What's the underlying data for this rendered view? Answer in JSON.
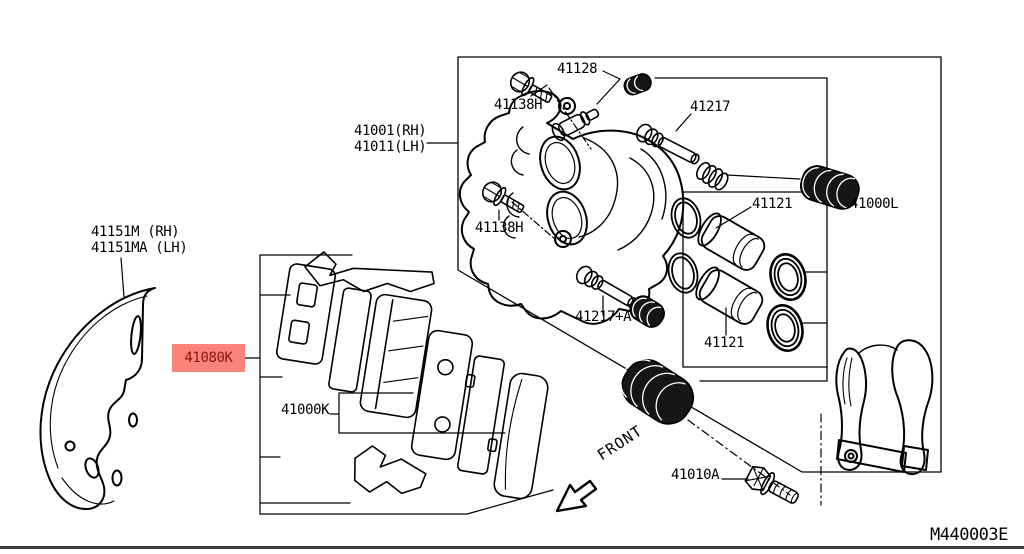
{
  "diagram": {
    "drawing_code": "M440003E",
    "front_indicator": "FRONT",
    "background": "#FFFFFF",
    "line_color": "#000000",
    "highlight": {
      "part_no": "41080K",
      "background": "#FA8478",
      "text_color": "#8B1511"
    },
    "labels": {
      "bleeder_screw": "41128",
      "pin_bolt_upper": "41138H",
      "caliper_assy_rh": "41001(RH)",
      "caliper_assy_lh": "41011(LH)",
      "slide_pin_upper": "41217",
      "pin_bolt_lower": "41138H",
      "piston_upper": "41121",
      "caliper_less_pads": "41000L",
      "splash_shield_rh": "41151M (RH)",
      "splash_shield_lh": "41151MA (LH)",
      "hardware_kit": "41080K",
      "slide_pin_lower": "41217+A",
      "piston_lower": "41121",
      "pad_kit": "41000K",
      "mount_bolt": "41010A"
    }
  }
}
